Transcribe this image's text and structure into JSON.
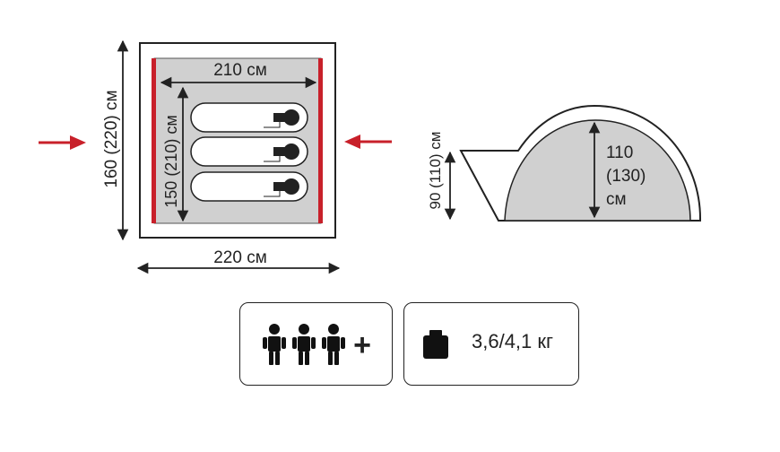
{
  "floor_plan": {
    "inner_width_label": "210 см",
    "outer_width_label": "220 см",
    "inner_length_label": "150 (210) см",
    "outer_length_label": "160 (220) см"
  },
  "side_view": {
    "vestibule_height_label": "90 (110) см",
    "inner_height_line1": "110",
    "inner_height_line2": "(130)",
    "inner_height_unit": "см"
  },
  "capacity": {
    "plus_sign": "+"
  },
  "weight": {
    "value": "3,6/4,1 кг"
  },
  "colors": {
    "accent": "#c8202a",
    "floor": "#d0d0d0",
    "outline": "#222222"
  }
}
